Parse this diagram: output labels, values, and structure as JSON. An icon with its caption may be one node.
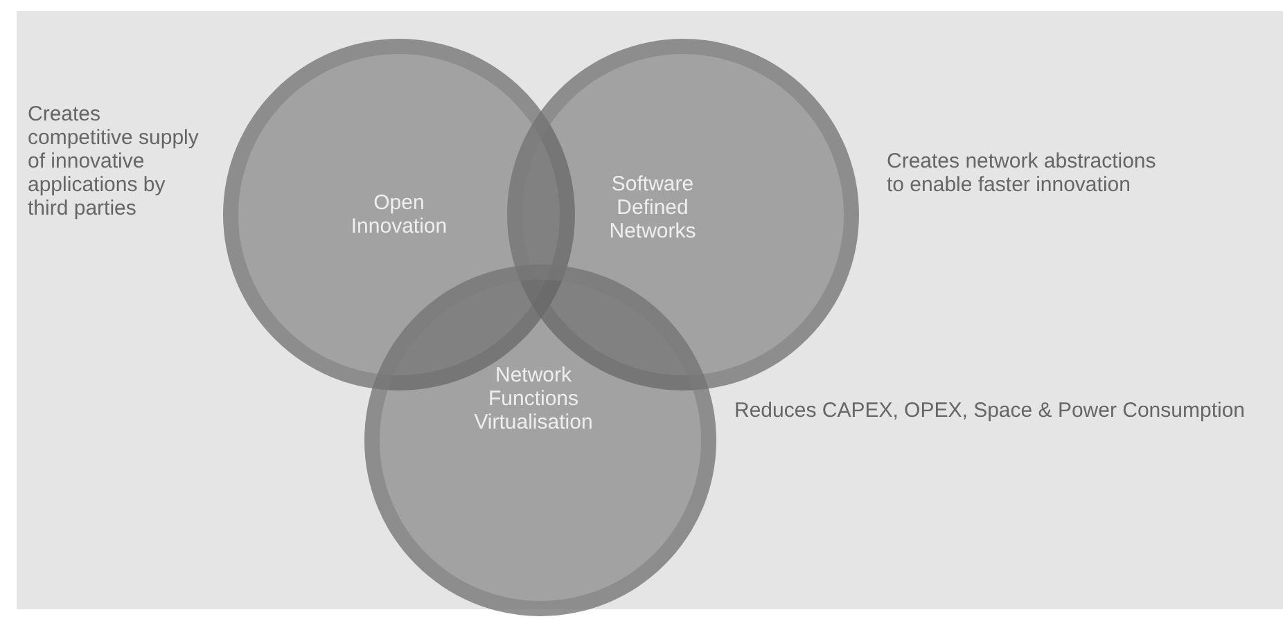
{
  "diagram": {
    "nodes": [
      {
        "text": [
          "Open Innovation"
        ],
        "beside": [
          "Creates competitive supply of innovative applications by third parties"
        ]
      },
      {
        "text": [
          "Software Defined Networks"
        ],
        "beside": [
          "Creates network abstractions to enable faster innovation"
        ]
      },
      {
        "text": [
          "Network Functions Virtualisation"
        ],
        "beside": [
          "Reduces CAPEX, OPEX, Space & Power Consumption"
        ]
      }
    ]
  }
}
